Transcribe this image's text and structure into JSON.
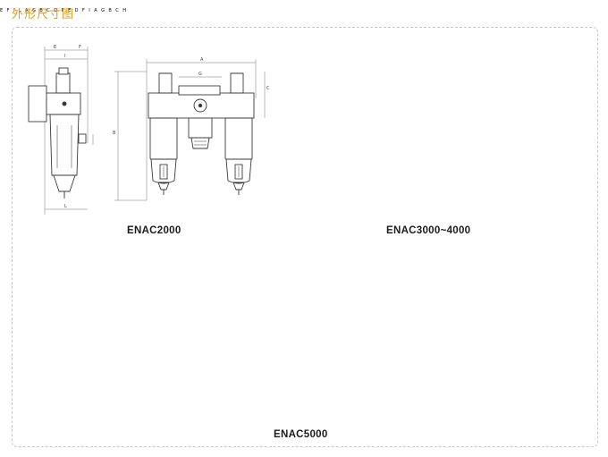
{
  "header": {
    "title": "外形尺寸图"
  },
  "models": [
    {
      "id": "enac2000",
      "label": "ENAC2000"
    },
    {
      "id": "enac3000",
      "label": "ENAC3000~4000"
    },
    {
      "id": "enac5000",
      "label": "ENAC5000"
    }
  ],
  "dim_letters": {
    "A": "A",
    "B": "B",
    "C": "C",
    "D": "D",
    "E": "E",
    "F": "F",
    "G": "G",
    "H": "H",
    "I": "I",
    "L": "L",
    "P": "P"
  },
  "colors": {
    "header_accent": "#e59a1c",
    "line": "#3a3a3a",
    "frame": "#c8c8c8"
  }
}
